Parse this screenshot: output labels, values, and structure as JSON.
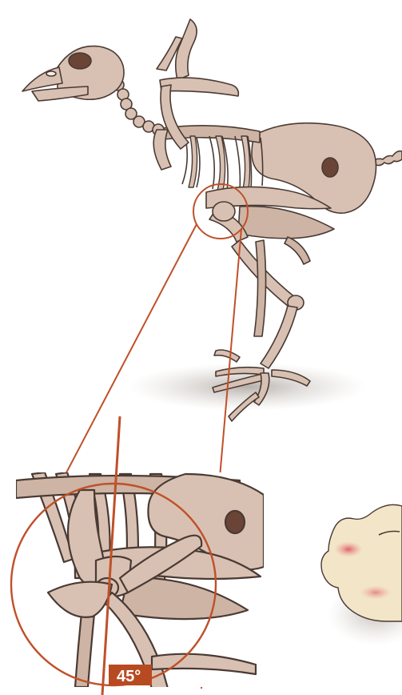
{
  "illustration": {
    "angle_label": "45°",
    "colors": {
      "bone_fill": "#d8c1b2",
      "bone_dark": "#b39b8b",
      "bone_outline": "#4a3a34",
      "socket": "#6a4436",
      "annotation": "#c0502a",
      "label_box": "#b84a22",
      "ground_shadow": "#b9b3ad",
      "skin": "#f3e6c8",
      "skin_blush": "#e48a86",
      "background": "#ffffff"
    },
    "icons": [
      "bird-skeleton",
      "hip-joint-zoom-inset",
      "angle-line",
      "bird-head-partial"
    ]
  }
}
